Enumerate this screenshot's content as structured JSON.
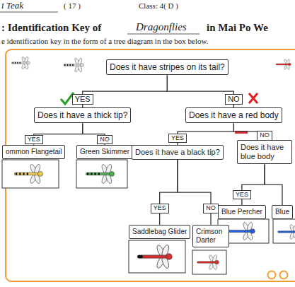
{
  "diagram": {
    "title": ": Identification Key of",
    "nodes": [
      {
        "text": [
          "Does it have stripes on its tail?"
        ]
      },
      {
        "text": [
          "Does it have a thick tip?"
        ]
      },
      {
        "text": [
          "Does it have a red body"
        ]
      },
      {
        "text": [
          "ommon Flangetail"
        ]
      },
      {
        "text": [
          "Green Skimmer"
        ]
      },
      {
        "text": [
          "Does it have a black tip?"
        ]
      },
      {
        "text": [
          "Does it have blue body"
        ]
      },
      {
        "text": [
          "Saddlebag Glider"
        ]
      },
      {
        "text": [
          "Crimson Darter"
        ]
      },
      {
        "text": [
          "Blue Percher"
        ]
      },
      {
        "text": [
          "Blue"
        ]
      }
    ],
    "edges": [
      {
        "from": 0,
        "to": 1,
        "arrow": "none",
        "label": "YES"
      },
      {
        "from": 0,
        "to": 2,
        "arrow": "none",
        "label": "NO"
      },
      {
        "from": 1,
        "to": 3,
        "arrow": "none",
        "label": "YES"
      },
      {
        "from": 1,
        "to": 4,
        "arrow": "none",
        "label": "NO"
      },
      {
        "from": 2,
        "to": 5,
        "arrow": "none",
        "label": "YES"
      },
      {
        "from": 2,
        "to": 6,
        "arrow": "none",
        "label": "NO"
      },
      {
        "from": 5,
        "to": 7,
        "arrow": "none",
        "label": "YES"
      },
      {
        "from": 5,
        "to": 8,
        "arrow": "none",
        "label": "NO"
      },
      {
        "from": 6,
        "to": 9,
        "arrow": "none",
        "label": "YES"
      },
      {
        "from": 6,
        "to": 10,
        "arrow": "none"
      }
    ],
    "labels": [
      "i Teak",
      "( 17 )",
      "Class: 4( D )",
      "Dragonflies",
      "in Mai Po We",
      "e identification key in the form of a tree diagram in the box below."
    ]
  }
}
